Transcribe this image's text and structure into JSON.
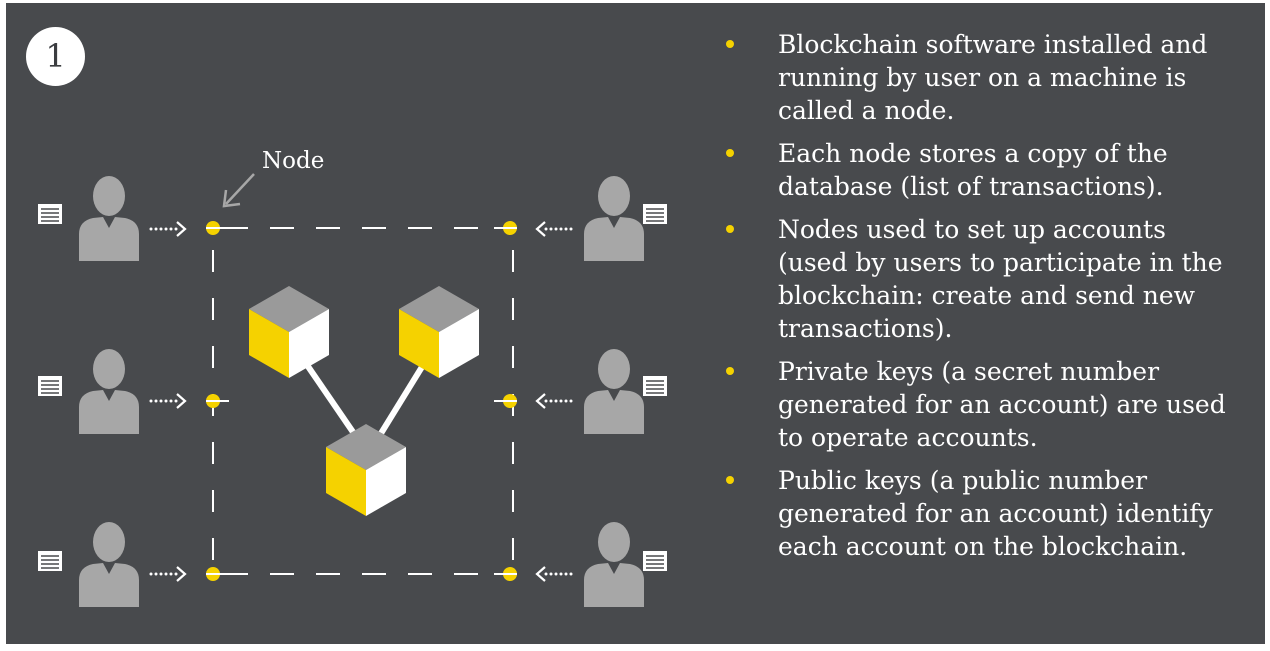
{
  "step_number": "1",
  "node_label": "Node",
  "colors": {
    "background": "#484a4d",
    "accent_yellow": "#f5d200",
    "cube_top": "#9a9a9a",
    "cube_side": "#ffffff",
    "user_icon": "#a7a7a7"
  },
  "icons": {
    "user": "user-icon",
    "document": "document-icon",
    "node_dot": "node-dot",
    "arrow": "dotted-arrow",
    "pointer": "pointer-arrow",
    "cube": "block-cube"
  },
  "bullets": [
    {
      "lines": [
        "Blockchain software installed and",
        "running by user on a machine is",
        "called a node."
      ]
    },
    {
      "lines": [
        "Each node stores a copy of the",
        "database (list of transactions)."
      ]
    },
    {
      "lines": [
        "Nodes used to set up accounts",
        "(used by users to participate in the",
        "blockchain: create and send new",
        "transactions)."
      ]
    },
    {
      "lines": [
        "Private keys (a secret number",
        "generated for an account) are used",
        "to operate accounts."
      ]
    },
    {
      "lines": [
        "Public keys (a public number",
        "generated for an account) identify",
        "each account on the blockchain."
      ]
    }
  ]
}
